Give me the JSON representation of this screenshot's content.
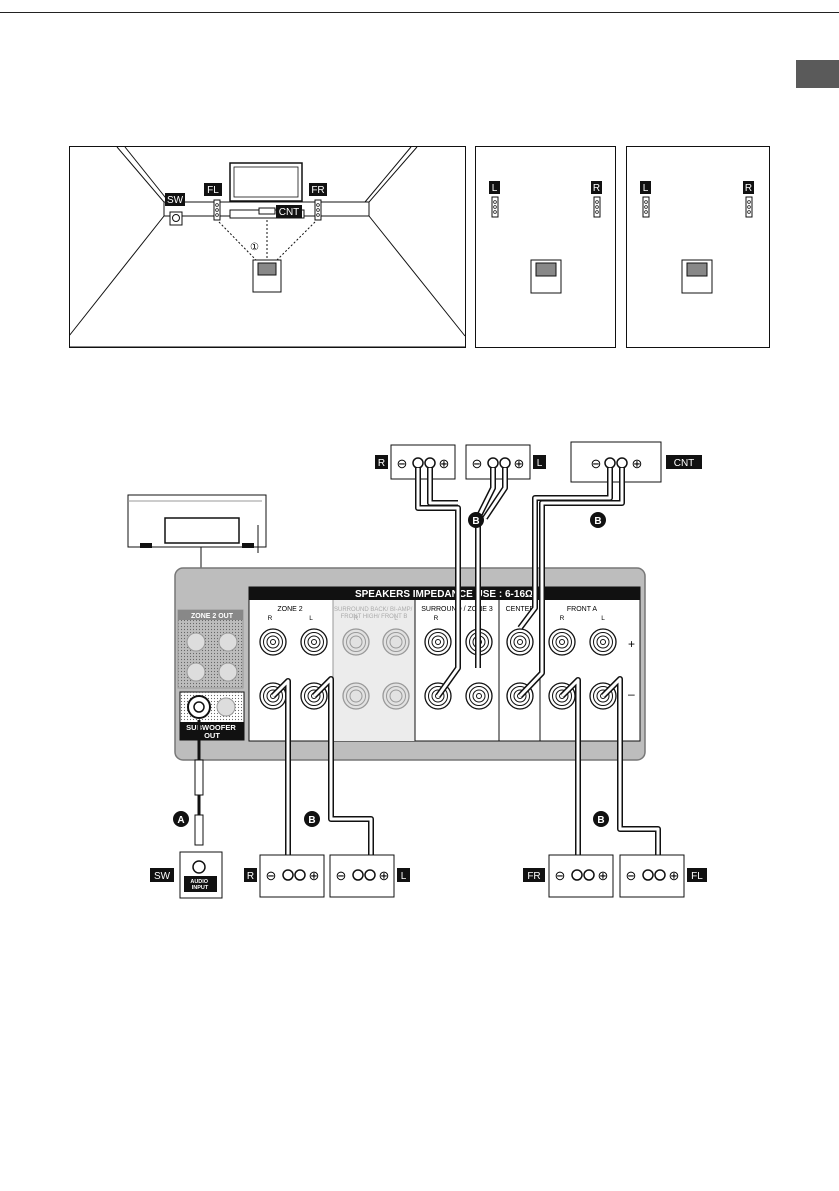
{
  "page": {
    "section_tab_color": "#5a5a5a"
  },
  "room_layout": {
    "badges": {
      "sw": "SW",
      "fl": "FL",
      "fr": "FR",
      "cnt": "CNT"
    },
    "distance_marker": "①"
  },
  "stereo_layout_a": {
    "badges": {
      "l": "L",
      "r": "R"
    }
  },
  "stereo_layout_b": {
    "badges": {
      "l": "L",
      "r": "R"
    }
  },
  "receiver": {
    "speakers_header": "SPEAKERS    IMPEDANCE USE : 6-16Ω",
    "zone2_out_label": "ZONE 2 OUT",
    "subwoofer_out_label": "SUBWOOFER\nOUT",
    "sections": {
      "zone2": "ZONE 2",
      "surround_back": "SURROUND BACK/ BI-AMP/\nFRONT HIGH/ FRONT B",
      "surround": "SURROUND / ZONE 3",
      "center": "CENTER",
      "front_a": "FRONT A"
    },
    "channel_r": "R",
    "channel_l": "L",
    "polarity_plus": "+",
    "polarity_minus": "–"
  },
  "top_speakers": {
    "r": "R",
    "l": "L",
    "cnt": "CNT",
    "minus": "⊖",
    "plus": "⊕"
  },
  "bottom_speakers": {
    "sw": "SW",
    "r": "R",
    "l": "L",
    "fr": "FR",
    "fl": "FL",
    "audio_input": "AUDIO\nINPUT"
  },
  "cable_markers": {
    "a": "A",
    "b": "B"
  }
}
